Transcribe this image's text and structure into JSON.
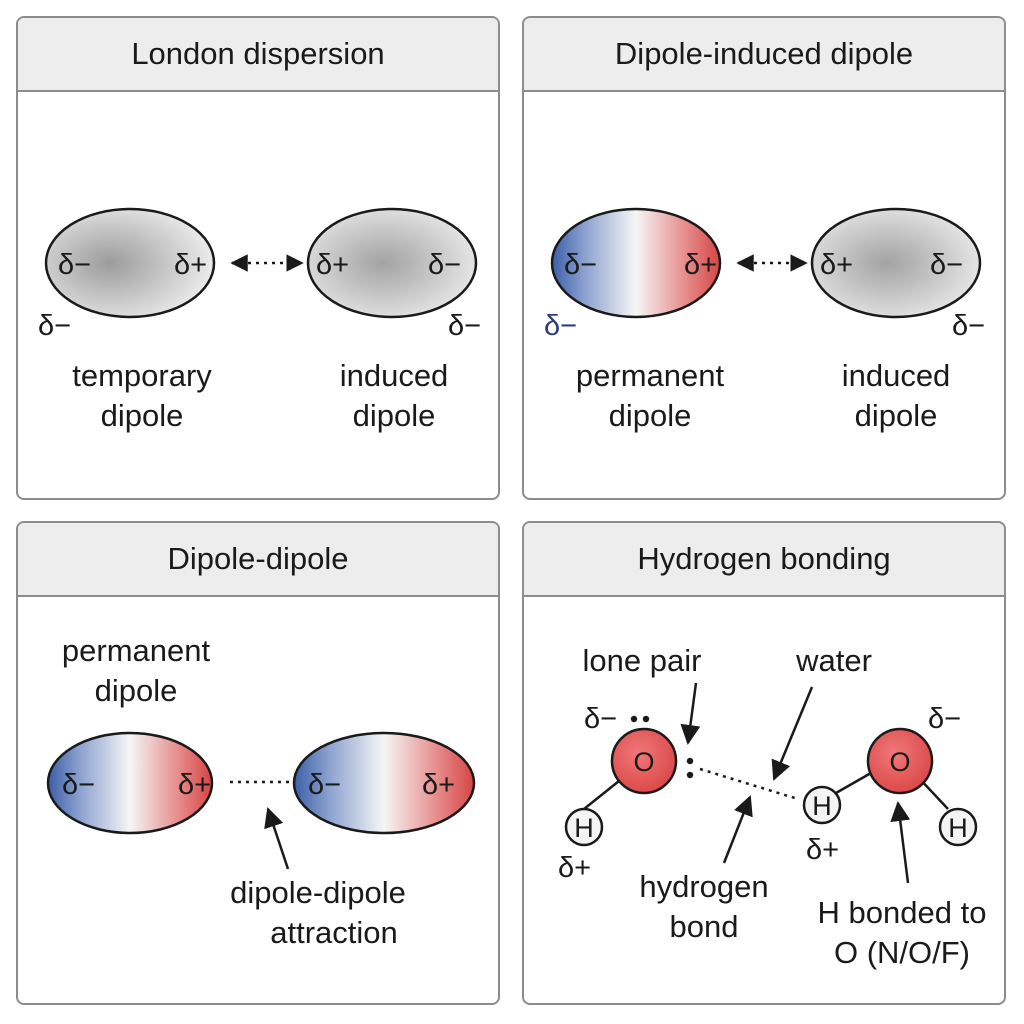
{
  "colors": {
    "negative": "#3d5ea8",
    "positive": "#d64545",
    "neutral": "#a6a6a6",
    "oxygen": "#e35252",
    "header_bg": "#ededed",
    "border": "#8c8c8c"
  },
  "panels": {
    "london": {
      "title": "London dispersion",
      "left_delta_neg": "δ−",
      "left_delta_pos": "δ+",
      "left_outside_delta": "δ−",
      "right_delta_pos": "δ+",
      "right_delta_neg": "δ−",
      "right_outside_delta": "δ−",
      "left_label": [
        "temporary",
        "dipole"
      ],
      "right_label": [
        "induced",
        "dipole"
      ]
    },
    "dipole_induced": {
      "title": "Dipole-induced dipole",
      "left_delta_neg": "δ−",
      "left_delta_pos": "δ+",
      "left_outside_delta": "δ−",
      "right_delta_pos": "δ+",
      "right_delta_neg": "δ−",
      "right_outside_delta": "δ−",
      "left_label": [
        "permanent",
        "dipole"
      ],
      "right_label": [
        "induced",
        "dipole"
      ]
    },
    "dipole_dipole": {
      "title": "Dipole-dipole",
      "top_label": [
        "permanent",
        "dipole"
      ],
      "left_delta_neg": "δ−",
      "left_delta_pos": "δ+",
      "right_delta_neg": "δ−",
      "right_delta_pos": "δ+",
      "attraction_label": [
        "dipole-dipole",
        "attraction"
      ]
    },
    "hydrogen": {
      "title": "Hydrogen bonding",
      "lone_pair_label": "lone pair",
      "water_label": "water",
      "left_oxygen": "O",
      "left_hydrogen": "H",
      "left_delta_neg": "δ−",
      "left_delta_pos": "δ+",
      "right_oxygen": "O",
      "right_hydrogen_bonding": "H",
      "right_hydrogen": "H",
      "right_delta_neg": "δ−",
      "right_delta_pos": "δ+",
      "hbond_label": [
        "hydrogen",
        "bond"
      ],
      "h_bonded_label": [
        "H bonded to",
        "O (N/O/F)"
      ]
    }
  }
}
